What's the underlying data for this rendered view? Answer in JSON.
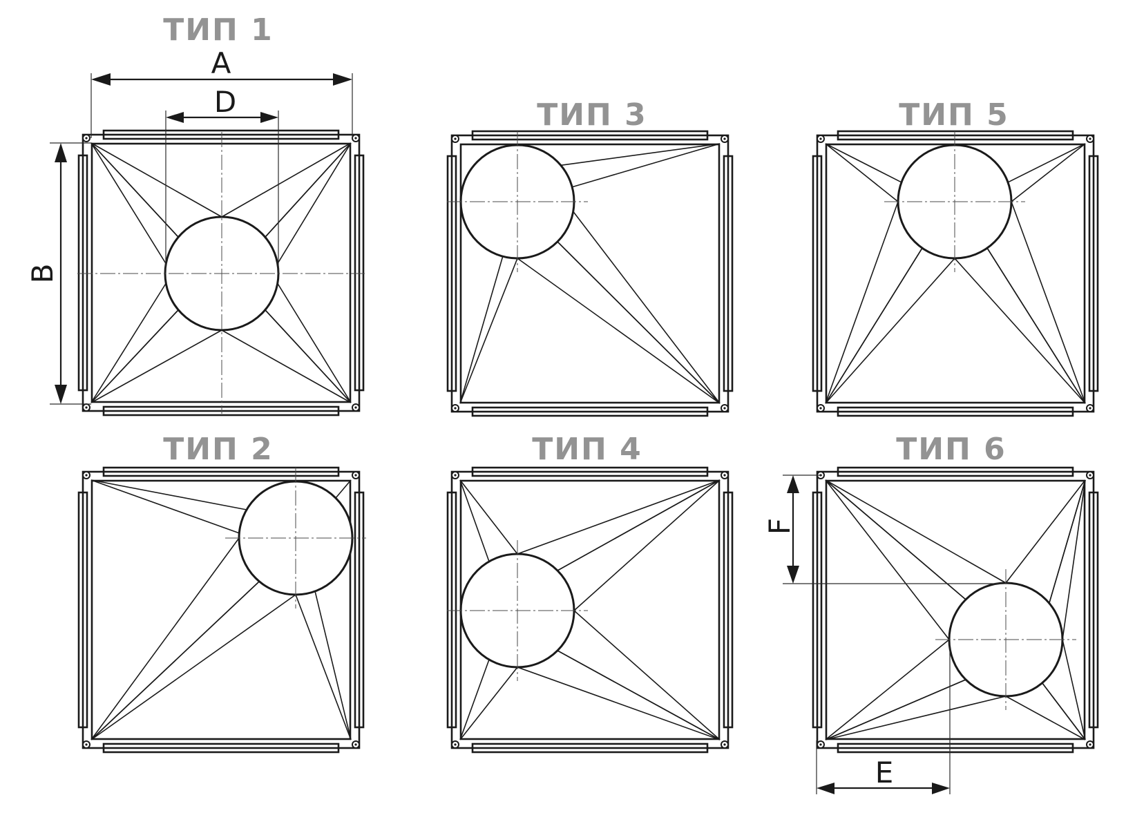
{
  "colors": {
    "title": "#939393",
    "line": "#1a1a1a",
    "background": "#ffffff"
  },
  "dimensions": {
    "a": "A",
    "b": "B",
    "d": "D",
    "e": "E",
    "f": "F"
  },
  "panels": [
    {
      "id": "type1",
      "title": "ТИП 1",
      "outlet": "center"
    },
    {
      "id": "type2",
      "title": "ТИП 2",
      "outlet": "top-right"
    },
    {
      "id": "type3",
      "title": "ТИП 3",
      "outlet": "top-left"
    },
    {
      "id": "type4",
      "title": "ТИП 4",
      "outlet": "left-center"
    },
    {
      "id": "type5",
      "title": "ТИП 5",
      "outlet": "top-center"
    },
    {
      "id": "type6",
      "title": "ТИП 6",
      "outlet": "offset"
    }
  ]
}
